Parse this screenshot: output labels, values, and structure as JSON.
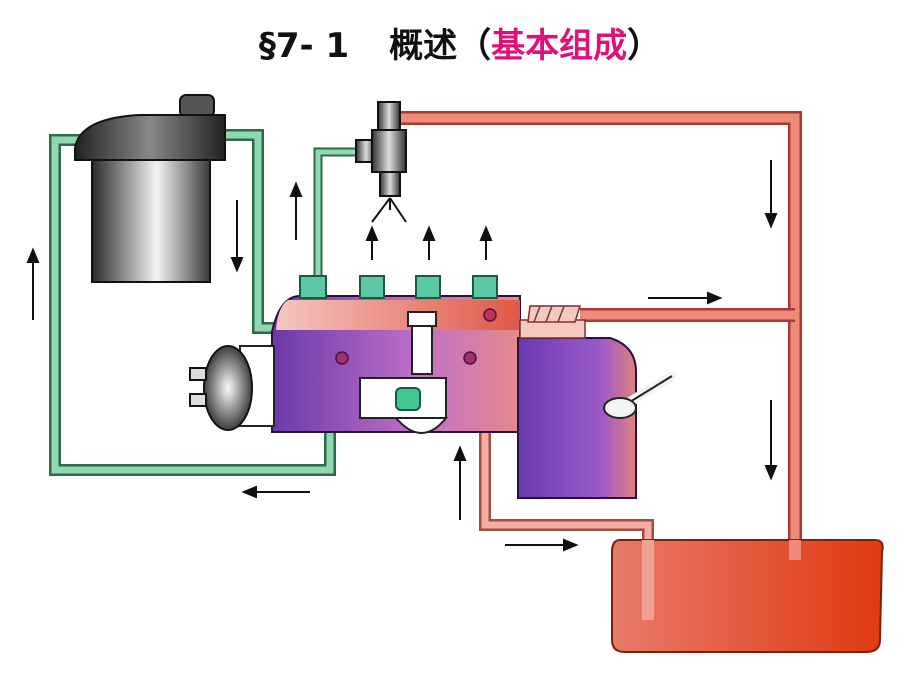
{
  "slide": {
    "section": "§7- 1",
    "title_main": "概述（",
    "title_highlight": "基本组成",
    "title_close": "）"
  },
  "colors": {
    "highlight": "#e0107a",
    "low_pressure_line": "#6cc49a",
    "return_line": "#e07060",
    "pump_body": "#8a4fc8",
    "tank": "#e8603e"
  },
  "components": [
    "fuel-filter-icon",
    "injector-icon",
    "injection-pump-icon",
    "governor-icon",
    "transfer-pump-icon",
    "fuel-tank-icon",
    "timer-coupling-icon"
  ]
}
